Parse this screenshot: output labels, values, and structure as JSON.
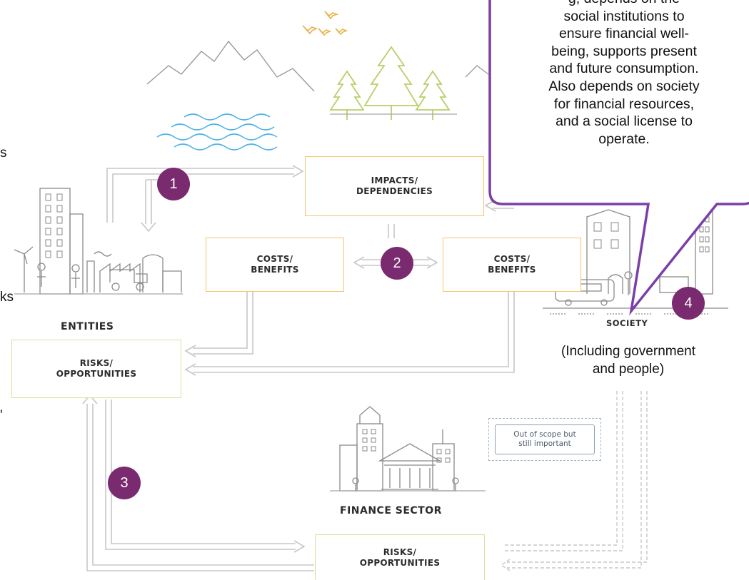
{
  "diagram": {
    "nodes": {
      "impacts": "IMPACTS/\nDEPENDENCIES",
      "costs_left": "COSTS/\nBENEFITS",
      "costs_right": "COSTS/\nBENEFITS",
      "risks_entities": "RISKS/\nOPPORTUNITIES",
      "risks_finance": "RISKS/\nOPPORTUNITIES"
    },
    "labels": {
      "entities": "ENTITIES",
      "society": "SOCIETY",
      "finance_sector": "FINANCE SECTOR",
      "society_sub": "(Including government\nand people)",
      "out_of_scope": "Out of scope but\nstill important"
    },
    "badges": [
      "1",
      "2",
      "3",
      "4"
    ],
    "callout": "g, depends on the\nsocial institutions to\nensure financial well-\nbeing, supports present\nand future consumption.\nAlso depends on society\nfor financial resources,\nand a social license to\noperate.",
    "edge_fragments": [
      "s",
      "ks",
      "'"
    ],
    "colors": {
      "badge": "#7a2a6f",
      "callout_border": "#7b3fa8",
      "box_orange_border": "#f6c56b",
      "box_green_border": "#d7e19a",
      "arrow_gray": "#c7c7c7",
      "bird_gold": "#e8b24a",
      "water_blue": "#4fb3e6",
      "tree_green": "#b9cf6a",
      "line_art_gray": "#8a8a8a"
    }
  }
}
